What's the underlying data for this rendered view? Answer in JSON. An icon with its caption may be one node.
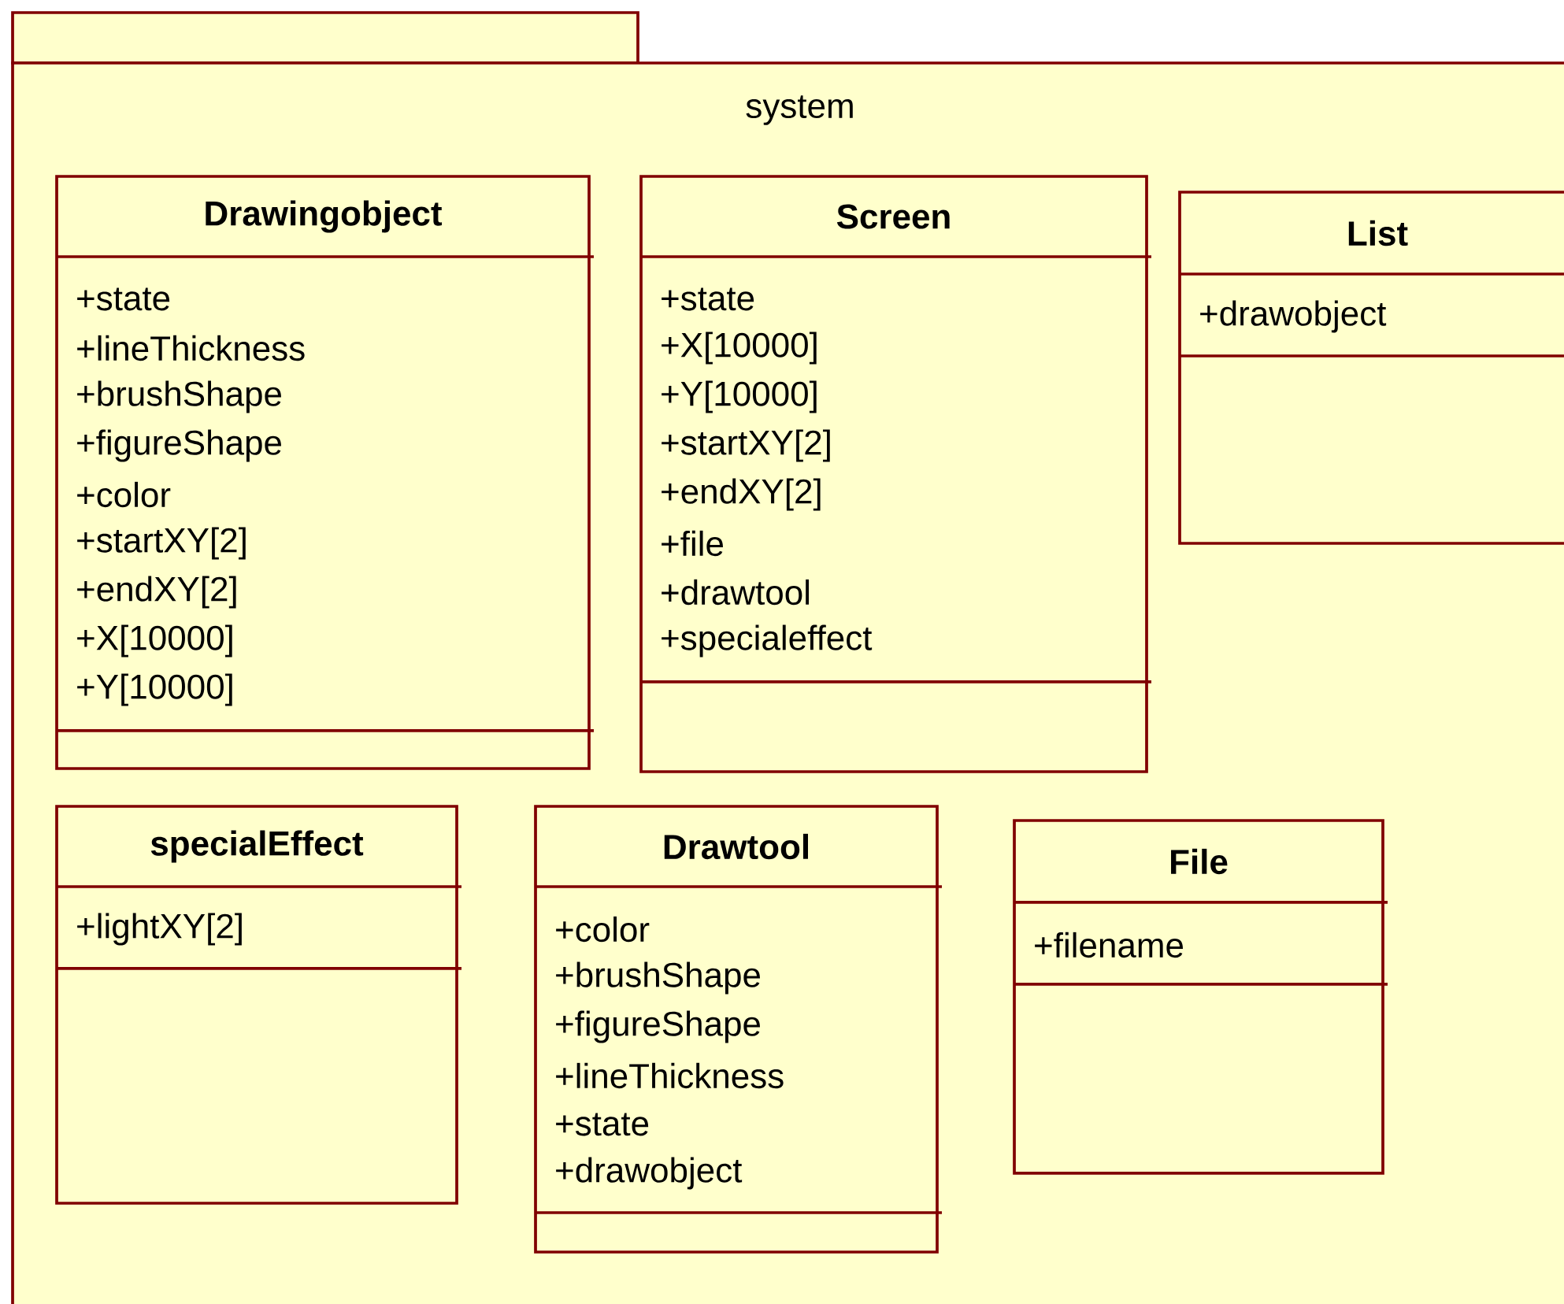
{
  "diagram": {
    "nodes": [
      {
        "text": [
          "system"
        ]
      },
      {
        "text": [
          "Drawingobject",
          "+state",
          "+lineThickness",
          "+brushShape",
          "+figureShape",
          "+color",
          "+startXY[2]",
          "+endXY[2]",
          "+X[10000]",
          "+Y[10000]"
        ],
        "in": 0
      },
      {
        "text": [
          "Screen",
          "+state",
          "+X[10000]",
          "+Y[10000]",
          "+startXY[2]",
          "+endXY[2]",
          "+file",
          "+drawtool",
          "+specialeffect"
        ],
        "in": 0
      },
      {
        "text": [
          "List",
          "+drawobject"
        ],
        "in": 0
      },
      {
        "text": [
          "specialEffect",
          "+lightXY[2]"
        ],
        "in": 0
      },
      {
        "text": [
          "Drawtool",
          "+color",
          "+brushShape",
          "+figureShape",
          "+lineThickness",
          "+state",
          "+drawobject"
        ],
        "in": 0
      },
      {
        "text": [
          "File",
          "+filename"
        ],
        "in": 0
      }
    ]
  }
}
